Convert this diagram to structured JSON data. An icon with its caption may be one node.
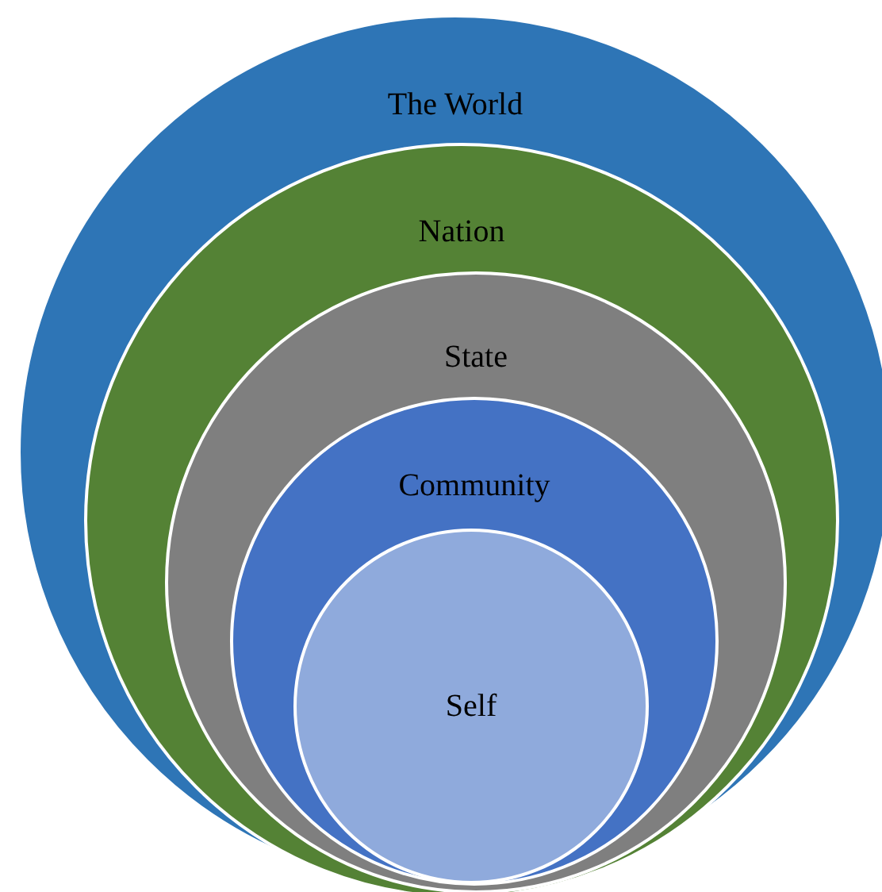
{
  "diagram": {
    "nodes": [
      {
        "text": [
          "The World"
        ]
      },
      {
        "text": [
          "Nation"
        ],
        "in": 0
      },
      {
        "text": [
          "State"
        ],
        "in": 1
      },
      {
        "text": [
          "Community"
        ],
        "in": 2
      },
      {
        "text": [
          "Self"
        ],
        "in": 3
      }
    ]
  }
}
